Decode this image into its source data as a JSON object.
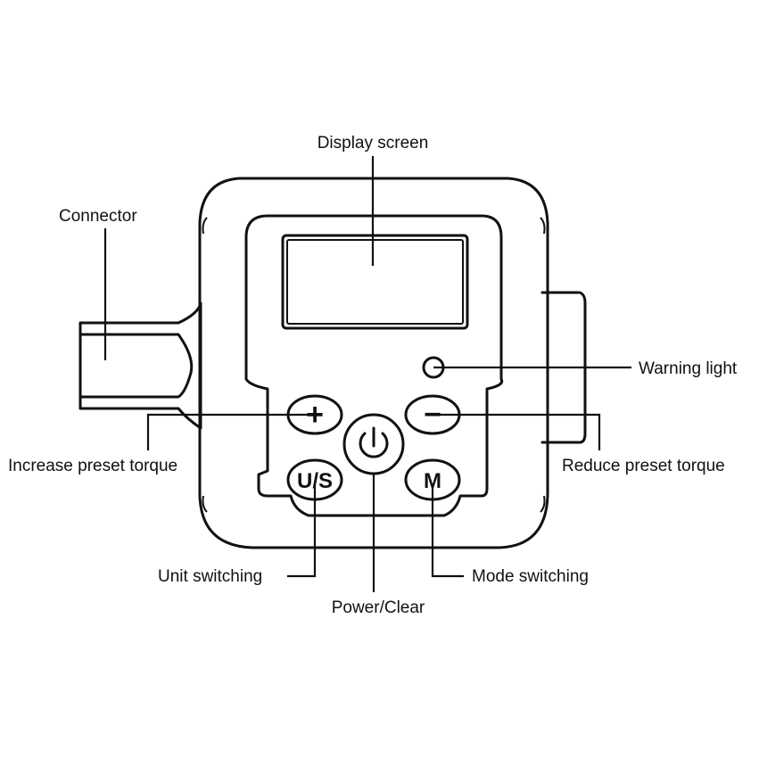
{
  "labels": {
    "display_screen": "Display screen",
    "connector": "Connector",
    "warning_light": "Warning light",
    "increase_preset_torque": "Increase preset torque",
    "reduce_preset_torque": "Reduce preset torque",
    "unit_switching": "Unit switching",
    "power_clear": "Power/Clear",
    "mode_switching": "Mode switching"
  },
  "buttons": {
    "plus": "+",
    "minus": "−",
    "unit": "U/S",
    "mode": "M"
  },
  "icons": [
    "power-icon"
  ]
}
